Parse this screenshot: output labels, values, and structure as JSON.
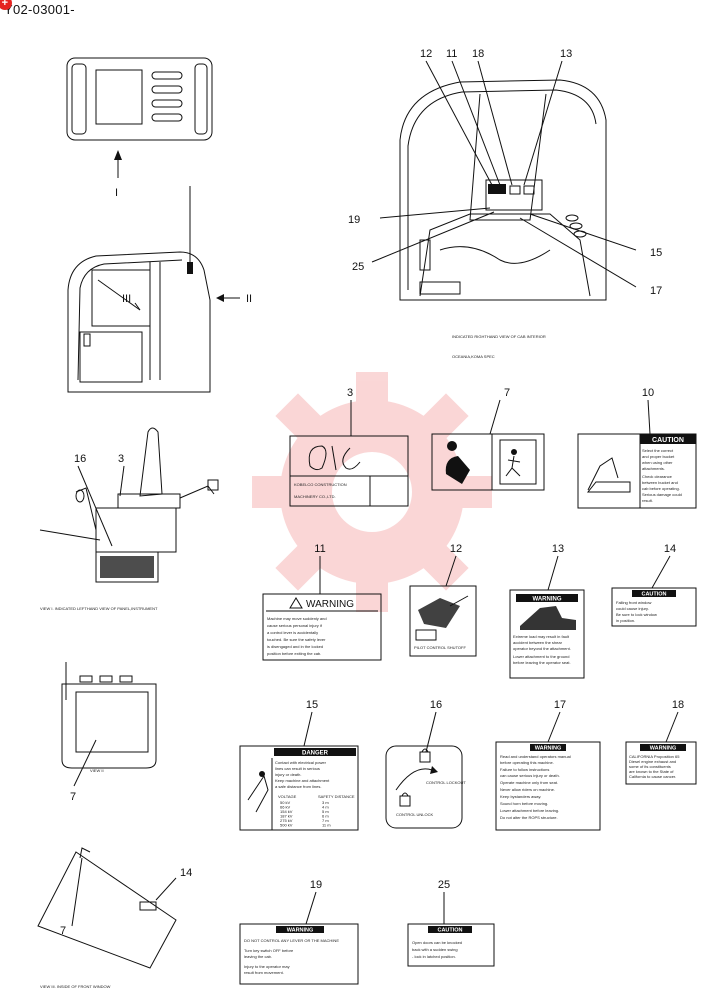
{
  "header": {
    "code": "Y02-03001-",
    "badge": "+"
  },
  "views": {
    "cab_interior": {
      "caption_1": "INDICATED RIGHTHAND VIEW OF CAB INTERIOR",
      "caption_2": "OCEANIA,KOMA SPEC"
    },
    "view1": {
      "caption": "VIEW I. INDICATED LEFTHAND VIEW OF PANEL,INSTRUMENT"
    },
    "view2": {
      "caption": "VIEW II"
    },
    "view3": {
      "caption": "VIEW III. INSIDE OF FRONT WINDOW"
    },
    "markers": {
      "m1": "I",
      "m2": "II",
      "m3": "III"
    }
  },
  "callouts": {
    "c12": "12",
    "c11": "11",
    "c18": "18",
    "c13": "13",
    "c19": "19",
    "c25": "25",
    "c15": "15",
    "c17": "17",
    "c16": "16",
    "c3": "3",
    "c7": "7",
    "c14": "14"
  },
  "labels": {
    "l3": {
      "num": "3",
      "line1": "KOBELCO CONSTRUCTION",
      "line2": "MACHINERY CO.,LTD."
    },
    "l7": {
      "num": "7"
    },
    "l10": {
      "num": "10",
      "title": "CAUTION",
      "body": [
        "Select the correct",
        "and proper bucket",
        "when using other",
        "attachments.",
        "Check clearance",
        "between bucket and",
        "cab before operating.",
        "Serious damage could",
        "result."
      ]
    },
    "l11": {
      "num": "11",
      "title": "WARNING",
      "body": [
        "Machine may move suddenly and",
        "cause serious personal injury if",
        "a control lever is accidentally",
        "touched. Be sure the safety lever",
        "is disengaged and in the locked",
        "position before exiting the cab."
      ]
    },
    "l12": {
      "num": "12",
      "caption": "PILOT CONTROL SHUTOFF"
    },
    "l13": {
      "num": "13",
      "title": "WARNING",
      "body": [
        "Extreme load may result in fault",
        "accident between the shear",
        "operator beyond the attachment.",
        "Lower attachment to the ground",
        "before leaving the operator seat."
      ]
    },
    "l14": {
      "num": "14",
      "title": "CAUTION",
      "body": [
        "Falling front window",
        "could cause injury.",
        "Be sure to lock window",
        "in position."
      ]
    },
    "l15": {
      "num": "15",
      "title": "DANGER",
      "body": [
        "Contact with electrical power",
        "lines can result in serious",
        "injury or death.",
        "Keep machine and attachment",
        "a safe distance from lines."
      ],
      "table_head": [
        "VOLTAGE",
        "SAFETY DISTANCE"
      ],
      "table": [
        [
          "50 kV",
          "3 m"
        ],
        [
          "66 kV",
          "4 m"
        ],
        [
          "154 kV",
          "5 m"
        ],
        [
          "187 kV",
          "6 m"
        ],
        [
          "275 kV",
          "7 m"
        ],
        [
          "500 kV",
          "11 m"
        ]
      ]
    },
    "l16": {
      "num": "16",
      "top": "CONTROL LOCKOUT",
      "bottom": "CONTROL UNLOCK"
    },
    "l17": {
      "num": "17",
      "title": "WARNING",
      "body": [
        "Read and understand operators manual",
        "before operating this machine.",
        "Failure to follow instructions",
        "can cause serious injury or death.",
        "Operate machine only from seat.",
        "Never allow riders on machine.",
        "Keep bystanders away.",
        "Sound horn before moving.",
        "Lower attachment before leaving.",
        "Do not alter the ROPS structure."
      ]
    },
    "l18": {
      "num": "18",
      "title": "WARNING",
      "body": [
        "CALIFORNIA Proposition 65",
        "Diesel engine exhaust and",
        "some of its constituents",
        "are known to the State of",
        "California to cause cancer."
      ]
    },
    "l19": {
      "num": "19",
      "title": "WARNING",
      "body": [
        "DO NOT CONTROL ANY LEVER OR THE MACHINE",
        "Turn key switch OFF before",
        "leaving the cab.",
        "Injury to the operator may",
        "result from movement."
      ]
    },
    "l25": {
      "num": "25",
      "title": "CAUTION",
      "body": [
        "Open doors can be knocked",
        "back with a sudden swing",
        "- lock in latched position."
      ]
    }
  }
}
